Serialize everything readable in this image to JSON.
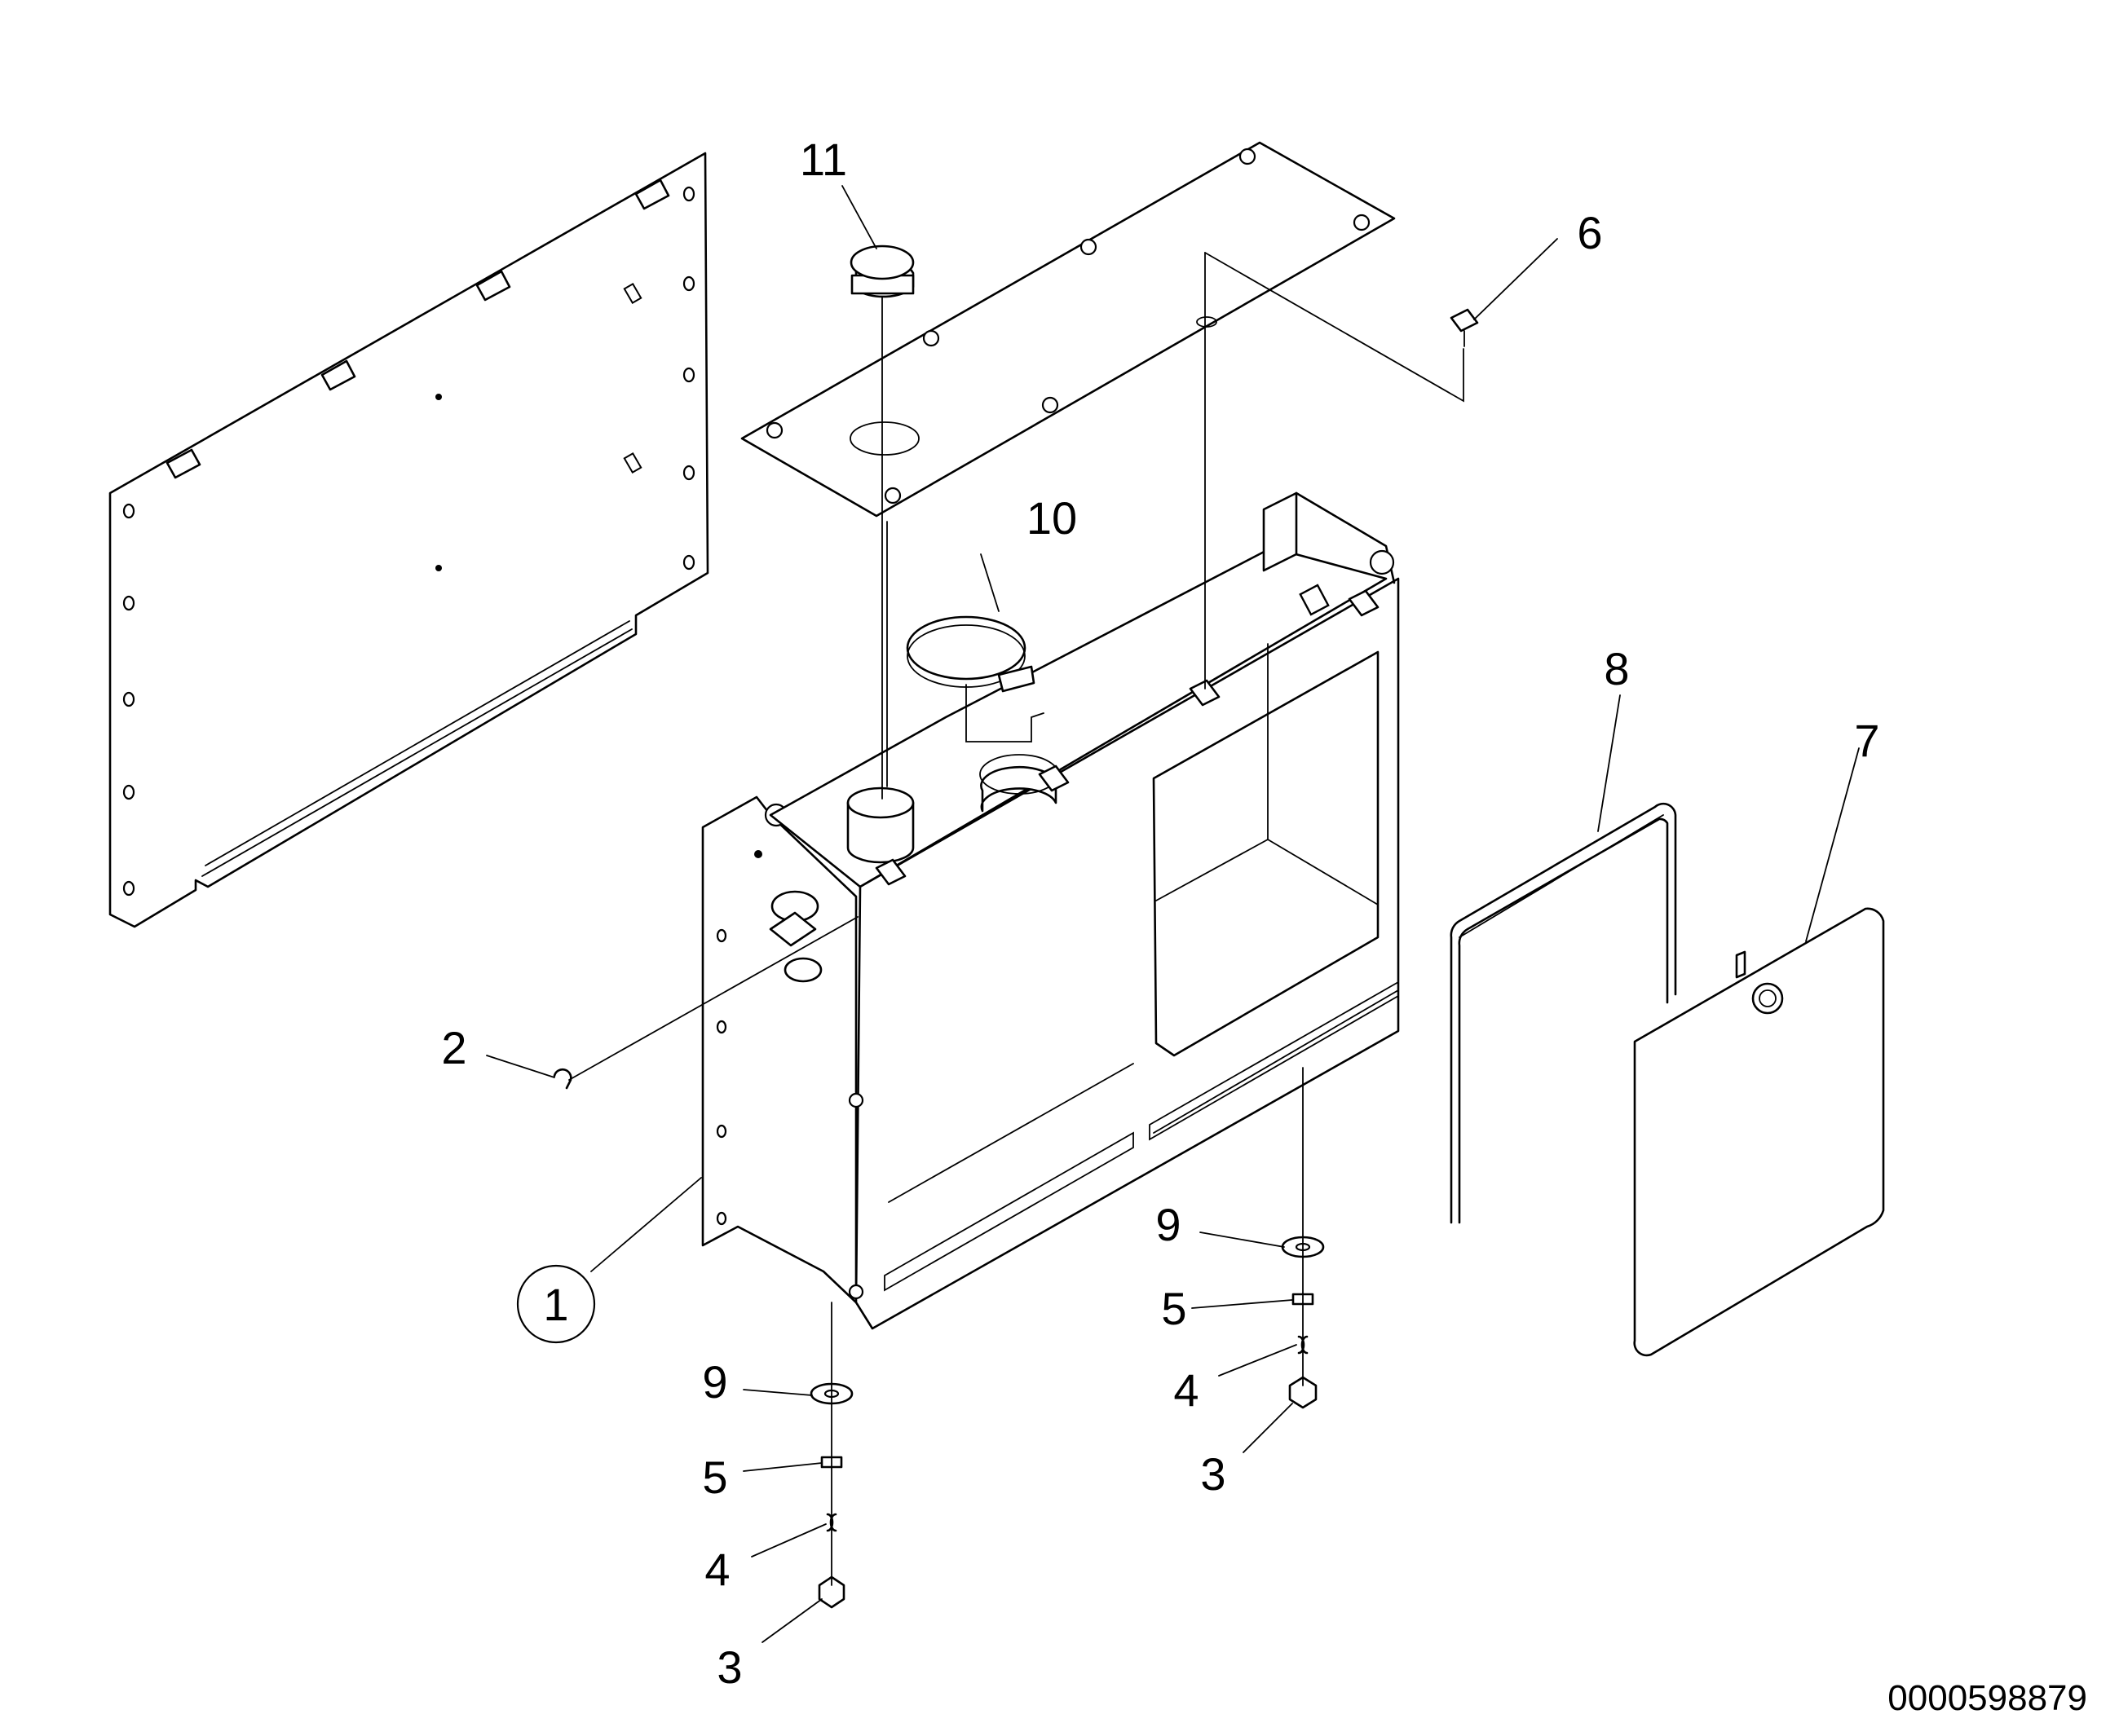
{
  "callouts": {
    "c1": "1",
    "c2": "2",
    "c3_left": "3",
    "c3_right": "3",
    "c4_left": "4",
    "c4_right": "4",
    "c5_left": "5",
    "c5_right": "5",
    "c6": "6",
    "c7": "7",
    "c8": "8",
    "c9_left": "9",
    "c9_right": "9",
    "c10": "10",
    "c11": "11"
  },
  "figure_id": "0000598879",
  "colors": {
    "ink": "#000000",
    "paper": "#ffffff"
  }
}
